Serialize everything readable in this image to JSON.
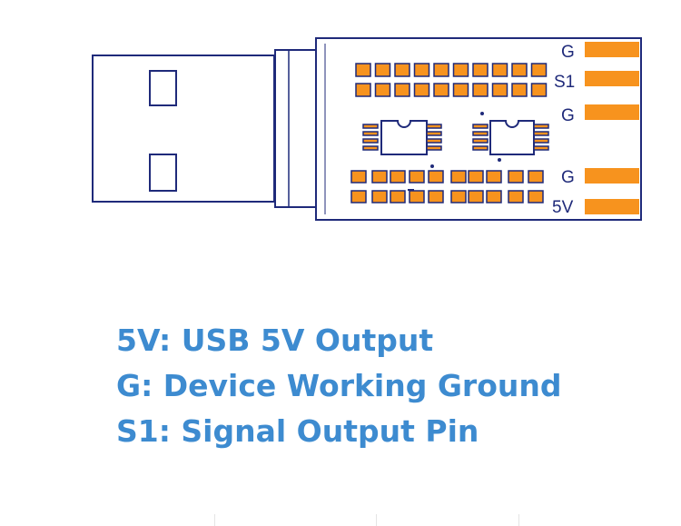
{
  "pin_labels": {
    "g_top": "G",
    "s1": "S1",
    "g_middle": "G",
    "g_bottom": "G",
    "v5": "5V"
  },
  "legend": {
    "line1": "5V:  USB 5V Output",
    "line2": "G: Device Working Ground",
    "line3": "S1: Signal Output Pin"
  },
  "colors": {
    "outline": "#1f2a7a",
    "pad": "#f7931e",
    "legend_text": "#3d8bd0"
  }
}
